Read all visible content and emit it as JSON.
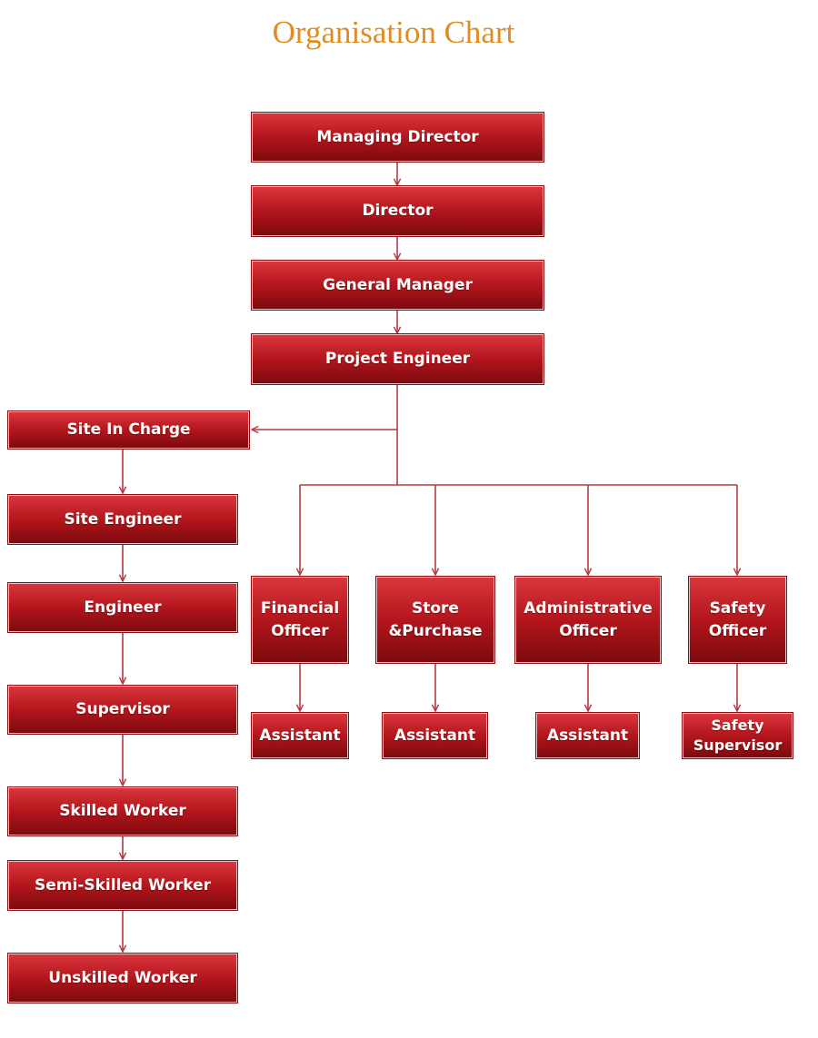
{
  "title": "Organisation Chart",
  "colors": {
    "title": "#E08C24",
    "box_top": "#d8363c",
    "box_mid": "#b3161c",
    "box_bottom": "#7c0a0e",
    "connector": "#b33a3f"
  },
  "nodes": {
    "managing_director": "Managing Director",
    "director": "Director",
    "general_manager": "General Manager",
    "project_engineer": "Project Engineer",
    "site_in_charge": "Site In Charge",
    "site_engineer": "Site Engineer",
    "engineer": "Engineer",
    "supervisor": "Supervisor",
    "skilled_worker": "Skilled Worker",
    "semi_skilled_worker": "Semi-Skilled Worker",
    "unskilled_worker": "Unskilled Worker",
    "financial_officer": [
      "Financial",
      "Officer"
    ],
    "store_purchase": [
      "Store",
      "&Purchase"
    ],
    "administrative_officer": [
      "Administrative",
      "Officer"
    ],
    "safety_officer": [
      "Safety",
      "Officer"
    ],
    "financial_assistant": "Assistant",
    "store_assistant": "Assistant",
    "admin_assistant": "Assistant",
    "safety_supervisor": [
      "Safety",
      "Supervisor"
    ]
  }
}
